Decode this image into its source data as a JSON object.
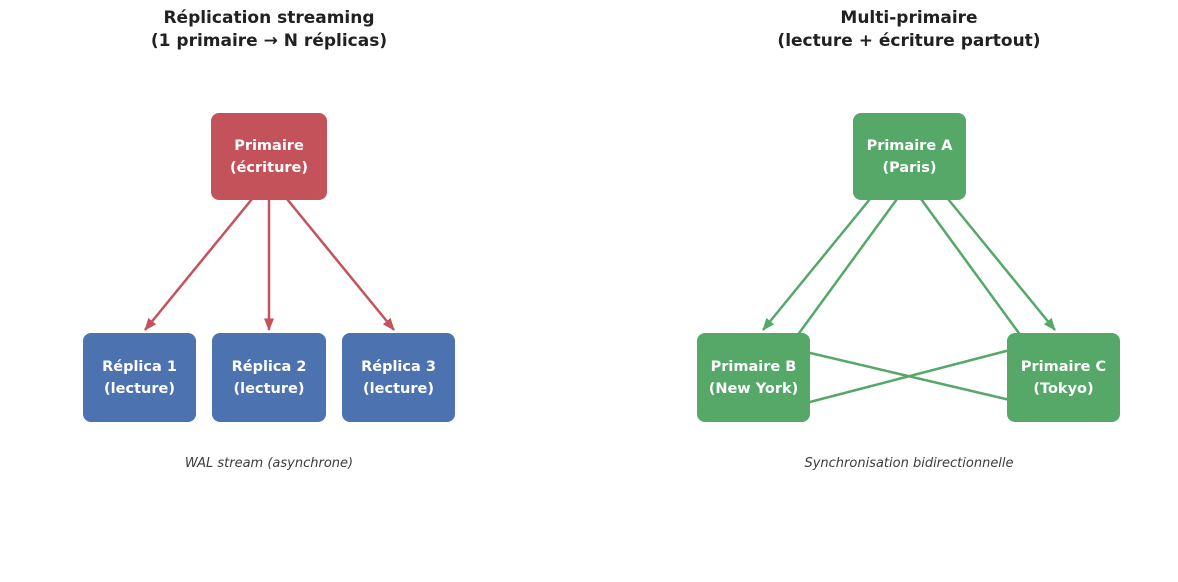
{
  "panels": [
    {
      "id": "streaming-replication",
      "title_line1": "Réplication streaming",
      "title_line2": "(1 primaire → N réplicas)",
      "caption": "WAL stream (asynchrone)",
      "primary": {
        "line1": "Primaire",
        "line2": "(écriture)"
      },
      "replicas": [
        {
          "line1": "Réplica 1",
          "line2": "(lecture)"
        },
        {
          "line1": "Réplica 2",
          "line2": "(lecture)"
        },
        {
          "line1": "Réplica 3",
          "line2": "(lecture)"
        }
      ]
    },
    {
      "id": "multi-primary",
      "title_line1": "Multi-primaire",
      "title_line2": "(lecture + écriture partout)",
      "caption": "Synchronisation bidirectionnelle",
      "nodes": [
        {
          "line1": "Primaire A",
          "line2": "(Paris)"
        },
        {
          "line1": "Primaire B",
          "line2": "(New York)"
        },
        {
          "line1": "Primaire C",
          "line2": "(Tokyo)"
        }
      ]
    }
  ],
  "colors": {
    "primary_red": "#c4525a",
    "replica_blue": "#4c72b0",
    "multi_green": "#55a868",
    "title_text": "#212121",
    "caption_text": "#3c3c3c",
    "box_text": "#ffffff"
  }
}
